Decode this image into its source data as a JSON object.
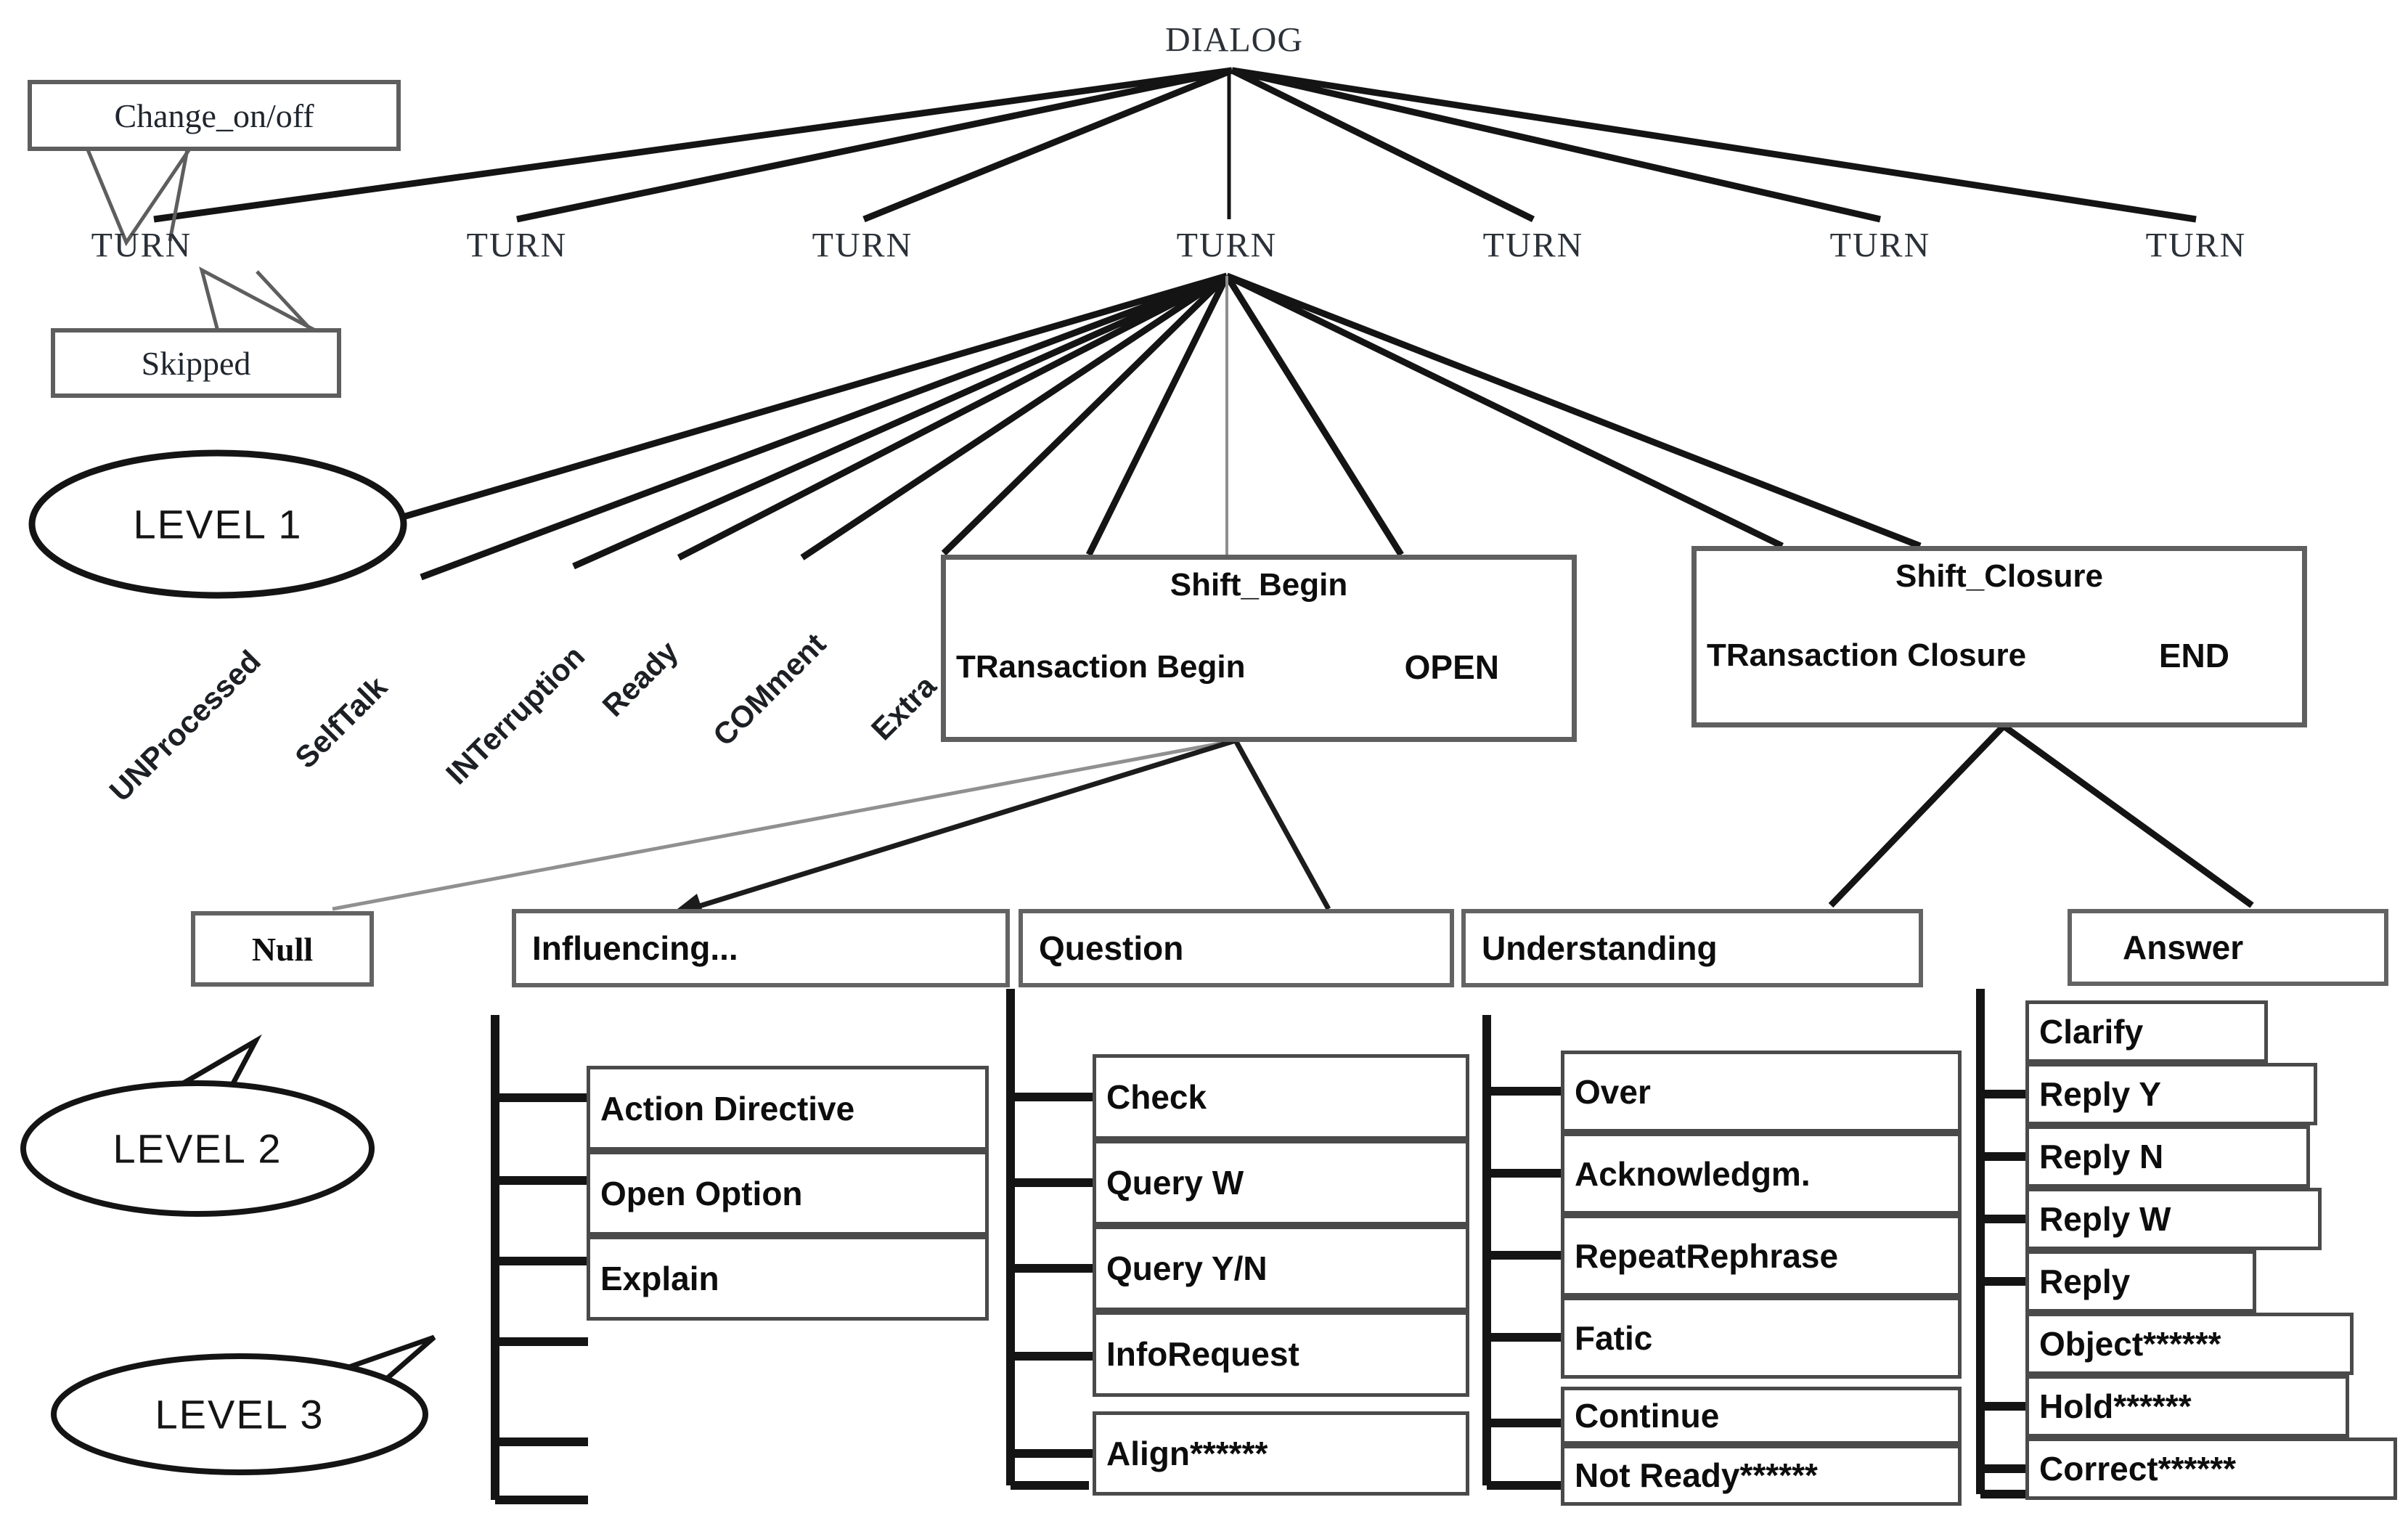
{
  "diagram": {
    "root_label": "DIALOG",
    "turns": [
      "TURN",
      "TURN",
      "TURN",
      "TURN",
      "TURN",
      "TURN",
      "TURN"
    ],
    "callouts": {
      "change": "Change_on/off",
      "skipped": "Skipped"
    },
    "level_badges": {
      "level1": "LEVEL 1",
      "level2": "LEVEL 2",
      "level3": "LEVEL 3"
    },
    "turn_tags": [
      "UNProcessed",
      "SelfTalk",
      "INTerruption",
      "Ready",
      "COMment",
      "Extra"
    ],
    "shift_begin": {
      "title": "Shift_Begin",
      "subtitle": "TRansaction Begin",
      "tag": "OPEN"
    },
    "shift_closure": {
      "title": "Shift_Closure",
      "subtitle": "TRansaction Closure",
      "tag": "END"
    },
    "level2_headers": {
      "null": "Null",
      "influencing": "Influencing...",
      "question": "Question",
      "understanding": "Understanding",
      "answer": "Answer"
    },
    "influencing_items": [
      "Action Directive",
      "Open Option",
      "Explain"
    ],
    "question_items": [
      "Check",
      "Query W",
      "Query Y/N",
      "InfoRequest"
    ],
    "question_items_extra": [
      "Align******"
    ],
    "understanding_items": [
      "Over",
      "Acknowledgm.",
      "RepeatRephrase",
      "Fatic"
    ],
    "understanding_items_extra": [
      "Continue",
      "Not Ready******"
    ],
    "answer_items": [
      "Clarify",
      "Reply Y",
      "Reply N",
      "Reply W",
      "Reply",
      "Object******",
      "Hold******",
      "Correct******"
    ],
    "colors": {
      "line": "#141414",
      "box_border": "#5f5f5f",
      "text": "#111111"
    }
  }
}
